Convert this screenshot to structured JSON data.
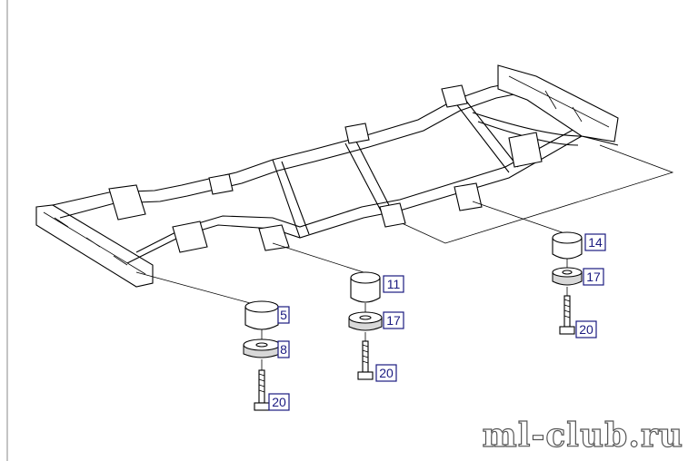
{
  "diagram": {
    "callouts": [
      {
        "id": "c14",
        "label": "14"
      },
      {
        "id": "c17a",
        "label": "17"
      },
      {
        "id": "c20a",
        "label": "20"
      },
      {
        "id": "c11",
        "label": "11"
      },
      {
        "id": "c17b",
        "label": "17"
      },
      {
        "id": "c20b",
        "label": "20"
      },
      {
        "id": "c5",
        "label": "5"
      },
      {
        "id": "c8",
        "label": "8"
      },
      {
        "id": "c20c",
        "label": "20"
      }
    ],
    "watermark": "ml-club.ru",
    "colors": {
      "callout_border": "#1a1a80",
      "line": "#000000",
      "background": "#ffffff"
    }
  }
}
